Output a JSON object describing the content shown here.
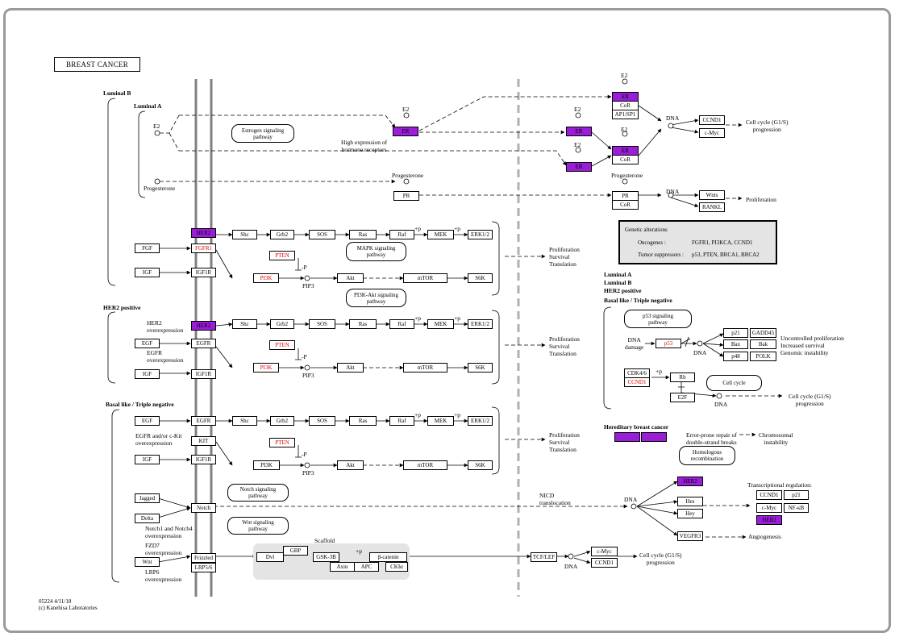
{
  "title": "BREAST CANCER",
  "footer": {
    "line1": "05224 4/11/18",
    "line2": "(c) Kanehisa Laboratories"
  },
  "colors": {
    "highlight": "#9a1dd8",
    "mutated_text": "#e00000",
    "frame": "#9a9a9a",
    "membrane": "#808080",
    "scaffold": "#e4e4e4"
  },
  "sections": {
    "luminal_b": "Luminal B",
    "luminal_a": "Luminal A",
    "her2_positive": "HER2 positive",
    "basal_like": "Basal like / Triple negative",
    "right_subtypes": [
      "Luminal A",
      "Luminal B",
      "HER2 positive",
      "Basal like / Triple negative"
    ],
    "hereditary": "Hereditary breast cancer"
  },
  "labels": {
    "e2": "E2",
    "progesterone": "Progesterone",
    "pip3": "PIP3",
    "minus_p": "-P",
    "plus_p": "+p",
    "dna": "DNA",
    "high_expression": "High expression of\nhormone receptors",
    "her2_overexpression": "HER2\noverexpression",
    "egfr_overexpression": "EGFR\noverexpression",
    "egfr_ckit_overexpression": "EGFR and/or c-Kit\noverexpression",
    "notch_overexpression": "Notch1 and Notch4\noverexpression",
    "fzd7_overexpression": "FZD7\noverexpression",
    "lrp6_overexpression": "LRP6\noverexpression",
    "outcome_cell_cycle": "Cell cycle (G1/S)\nprogression",
    "outcome_proliferation": "Proliferation",
    "outcome_triple": "Proliferation\nSurvival\nTranslation",
    "nicd": "NICD\ntranslocation",
    "scaffold": "Scaffold",
    "dna_damage": "DNA\ndamage",
    "outcome_p53": "Uncontrolled proliferation\nIncreased survival\nGenomic instability",
    "error_prone": "Error-prone repair of\ndouble-strand breaks",
    "chromosomal": "Chromosomal\ninstability",
    "transcriptional": "Transcriptional regulation:",
    "angiogenesis": "Angiogenesis"
  },
  "pathways": {
    "estrogen": "Estrogen signaling\npathway",
    "mapk": "MAPK signaling\npathway",
    "pi3k_akt": "PI3K-Akt signaling\npathway",
    "notch": "Notch signaling\npathway",
    "wnt": "Wnt signaling\npathway",
    "p53": "p53 signaling\npathway",
    "cell_cycle": "Cell cycle",
    "homologous": "Homologous\nrecombination"
  },
  "genetic_alterations": {
    "heading": "Genetic alterations",
    "oncogenes_label": "Oncogenes :",
    "oncogenes": "FGFR1, PI3KCA, CCND1",
    "suppressors_label": "Tumor suppressors :",
    "suppressors": "p53, PTEN, BRCA1, BRCA2"
  },
  "nodes": {
    "er": "ER",
    "cor": "CoR",
    "ap1sp1": "AP1/SP1",
    "pr": "PR",
    "ccnd1": "CCND1",
    "cmyc": "c-Myc",
    "wnts": "Wnts",
    "rankl": "RANKL",
    "her2": "HER2",
    "fgf": "FGF",
    "fgfr1": "FGFR1",
    "igf": "IGF",
    "igf1r": "IGF1R",
    "egf": "EGF",
    "egfr": "EGFR",
    "kit": "KIT",
    "shc": "Shc",
    "grb2": "Grb2",
    "sos": "SOS",
    "ras": "Ras",
    "raf": "Raf",
    "mek": "MEK",
    "erk": "ERK1/2",
    "pten": "PTEN",
    "pi3k": "PI3K",
    "akt": "Akt",
    "mtor": "mTOR",
    "s6k": "S6K",
    "jagged": "Jagged",
    "delta": "Delta",
    "notch": "Notch",
    "wnt": "Wnt",
    "frizzled": "Frizzled",
    "lrp56": "LRP5/6",
    "dvl": "Dvl",
    "gbp": "GBP",
    "gsk3b": "GSK-3B",
    "axin": "Axin",
    "apc": "APC",
    "bcatenin": "β-catenin",
    "cki": "CKIα",
    "tcflef": "TCF/LEF",
    "p21": "p21",
    "gadd45": "GADD45",
    "bax": "Bax",
    "bak": "Bak",
    "p48": "p48",
    "polk": "POLK",
    "p53": "p53",
    "cdk46": "CDK4/6",
    "rb": "Rb",
    "e2f": "E2F",
    "hes": "Hes",
    "hey": "Hey",
    "vegfr3": "VEGFR3",
    "nfkb": "NF-κB"
  }
}
